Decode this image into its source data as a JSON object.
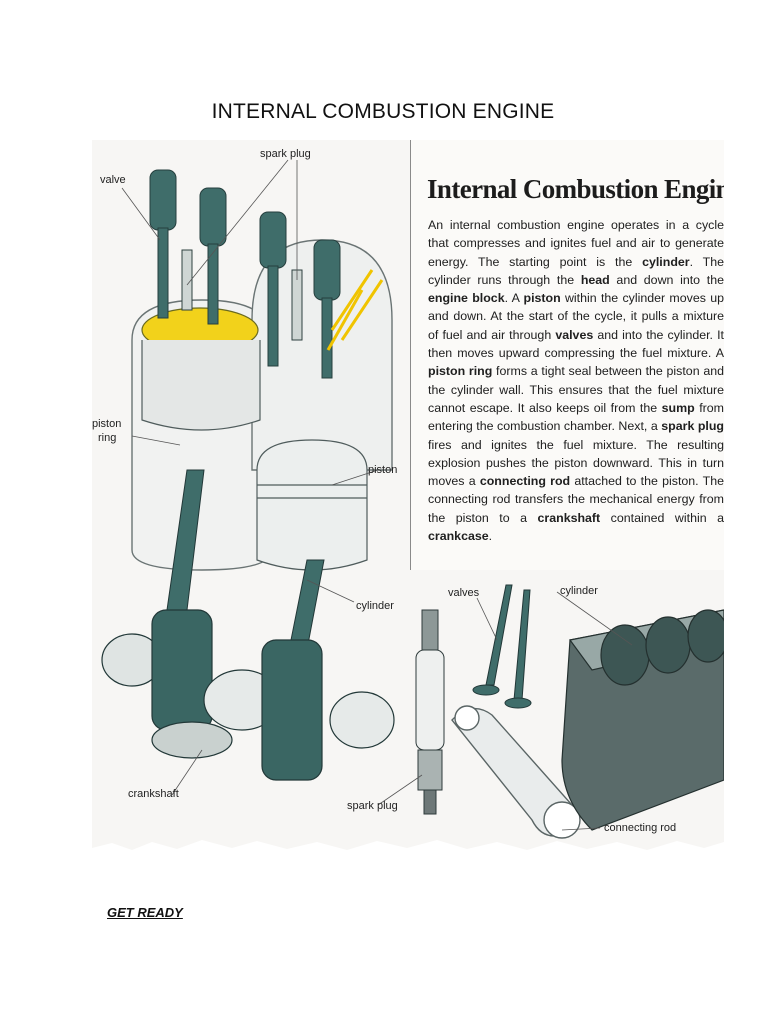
{
  "page": {
    "title": "INTERNAL COMBUSTION ENGINE",
    "section_heading": "GET READY"
  },
  "figure": {
    "heading": "Internal Combustion Engine",
    "body_runs": [
      {
        "t": "An internal combustion engine operates in a cycle that compresses and ignites fuel and air to generate energy. The starting point is the "
      },
      {
        "t": "cylinder",
        "b": true
      },
      {
        "t": ". The cylinder runs through the "
      },
      {
        "t": "head",
        "b": true
      },
      {
        "t": " and down into the "
      },
      {
        "t": "engine block",
        "b": true
      },
      {
        "t": ". A "
      },
      {
        "t": "piston",
        "b": true
      },
      {
        "t": " within the cylinder moves up and down. At the start of the cycle, it pulls a mixture of fuel and air through "
      },
      {
        "t": "valves",
        "b": true
      },
      {
        "t": " and into the cylinder. It then moves upward compressing the fuel mixture. A "
      },
      {
        "t": "piston ring",
        "b": true
      },
      {
        "t": " forms a tight seal between the piston and the cylinder wall. This ensures that the fuel mixture cannot escape. It also keeps oil from the "
      },
      {
        "t": "sump",
        "b": true
      },
      {
        "t": " from entering the combustion chamber. Next, a "
      },
      {
        "t": "spark plug",
        "b": true
      },
      {
        "t": " fires and ignites the fuel mixture. The resulting explosion pushes the piston downward. This in turn moves a "
      },
      {
        "t": "connecting rod",
        "b": true
      },
      {
        "t": " attached to the piston. The connecting rod transfers the mechanical energy from the piston to a "
      },
      {
        "t": "crankshaft",
        "b": true
      },
      {
        "t": " contained within a "
      },
      {
        "t": "crankcase",
        "b": true
      },
      {
        "t": "."
      }
    ],
    "labels": {
      "spark_plug_top": "spark plug",
      "valve": "valve",
      "piston_ring_1": "piston",
      "piston_ring_2": "ring",
      "piston": "piston",
      "cylinder_left": "cylinder",
      "crankshaft": "crankshaft",
      "spark_plug_bottom": "spark plug",
      "valves": "valves",
      "cylinder_right": "cylinder",
      "connecting_rod": "connecting rod"
    },
    "colors": {
      "piston_head": "#f2d21b",
      "fuel_arrow": "#f0c400",
      "teal_shade": "#2f5a58"
    }
  }
}
